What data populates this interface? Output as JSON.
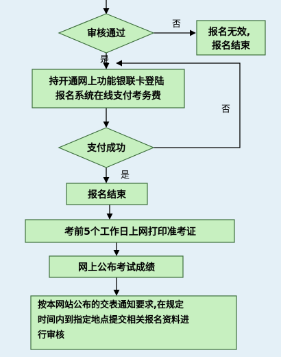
{
  "flowchart": {
    "colors": {
      "background": "#e4f0f7",
      "node_fill": "#c7f0c0",
      "node_stroke": "#3c6e3c",
      "edge": "#000000"
    },
    "nodes": {
      "review": {
        "shape": "decision",
        "lines": [
          "审核通过"
        ]
      },
      "invalid": {
        "shape": "process",
        "lines": [
          "报名无效,",
          "报名结束"
        ]
      },
      "pay_online": {
        "shape": "process",
        "lines": [
          "持开通网上功能银联卡登陆",
          "报名系统在线支付考务费"
        ]
      },
      "pay_success": {
        "shape": "decision",
        "lines": [
          "支付成功"
        ]
      },
      "reg_end": {
        "shape": "process",
        "lines": [
          "报名结束"
        ]
      },
      "print_ticket": {
        "shape": "process",
        "lines": [
          "考前5个工作日上网打印准考证"
        ]
      },
      "scores": {
        "shape": "process",
        "lines": [
          "网上公布考试成绩"
        ]
      },
      "submit_docs": {
        "shape": "process",
        "lines": [
          "按本网站公布的交表通知要求,在规定",
          "时间内到指定地点提交相关报名资料进",
          "行审核"
        ]
      }
    },
    "edge_labels": {
      "review_no": "否",
      "review_yes": "是",
      "pay_no": "否",
      "pay_yes": "是"
    }
  }
}
